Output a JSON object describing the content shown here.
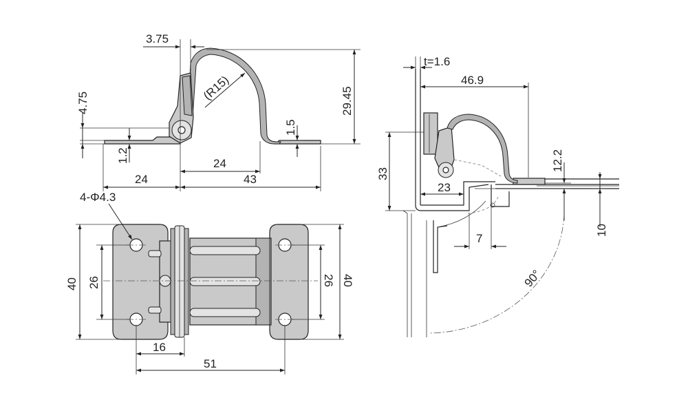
{
  "dimensions": {
    "d_3_75": "3.75",
    "d_r15": "(R15)",
    "d_29_45": "29.45",
    "d_4_75": "4.75",
    "d_1_5": "1.5",
    "d_1_2": "1.2",
    "d_24_top": "24",
    "d_24_bottom": "24",
    "d_43": "43",
    "d_hole_callout": "4-Φ4.3",
    "d_40_left": "40",
    "d_26_left": "26",
    "d_26_right": "26",
    "d_40_right": "40",
    "d_16": "16",
    "d_51": "51",
    "d_t": "t=1.6",
    "d_46_9": "46.9",
    "d_33": "33",
    "d_23": "23",
    "d_12_2": "12.2",
    "d_10": "10",
    "d_7": "7",
    "d_90": "90°"
  },
  "colors": {
    "part_fill": "#c9c9c9",
    "part_dark": "#b3b3b3",
    "line": "#222222",
    "background": "#ffffff"
  }
}
